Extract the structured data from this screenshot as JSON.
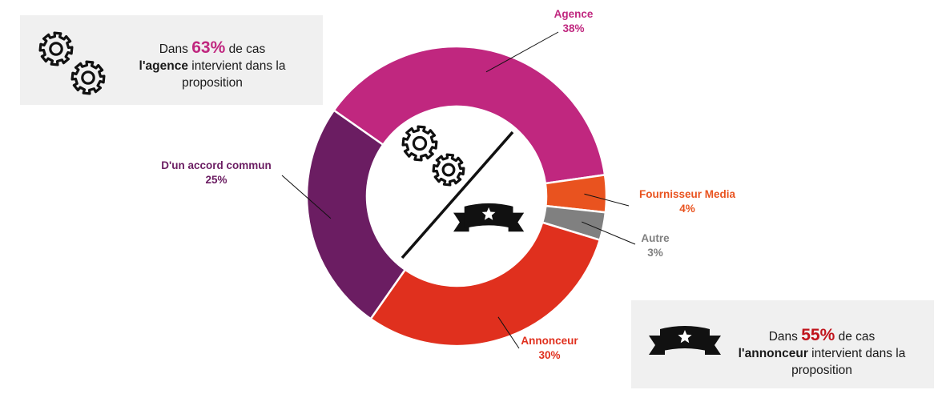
{
  "chart_data": {
    "type": "pie",
    "variant": "donut",
    "categories": [
      "Agence",
      "Fournisseur Media",
      "Autre",
      "Annonceur",
      "D'un accord commun"
    ],
    "values": [
      38,
      4,
      3,
      30,
      25
    ],
    "value_labels": [
      "38%",
      "4%",
      "3%",
      "30%",
      "25%"
    ],
    "colors": [
      "#c0277f",
      "#e9531f",
      "#808080",
      "#e0301e",
      "#6b1d62"
    ]
  },
  "callouts": {
    "agence": {
      "prefix": "Dans ",
      "pct": "63%",
      "middle": " de cas",
      "bold": "l'agence",
      "suffix": " intervient dans la proposition",
      "pct_color": "#c0277f",
      "icon": "gears-icon"
    },
    "annonceur": {
      "prefix": "Dans ",
      "pct": "55%",
      "middle": " de cas",
      "bold": "l'annonceur",
      "suffix": " intervient dans la proposition",
      "pct_color": "#c0141c",
      "icon": "star-ribbon-icon"
    }
  },
  "center_icons": [
    "gears-icon",
    "star-ribbon-icon"
  ]
}
